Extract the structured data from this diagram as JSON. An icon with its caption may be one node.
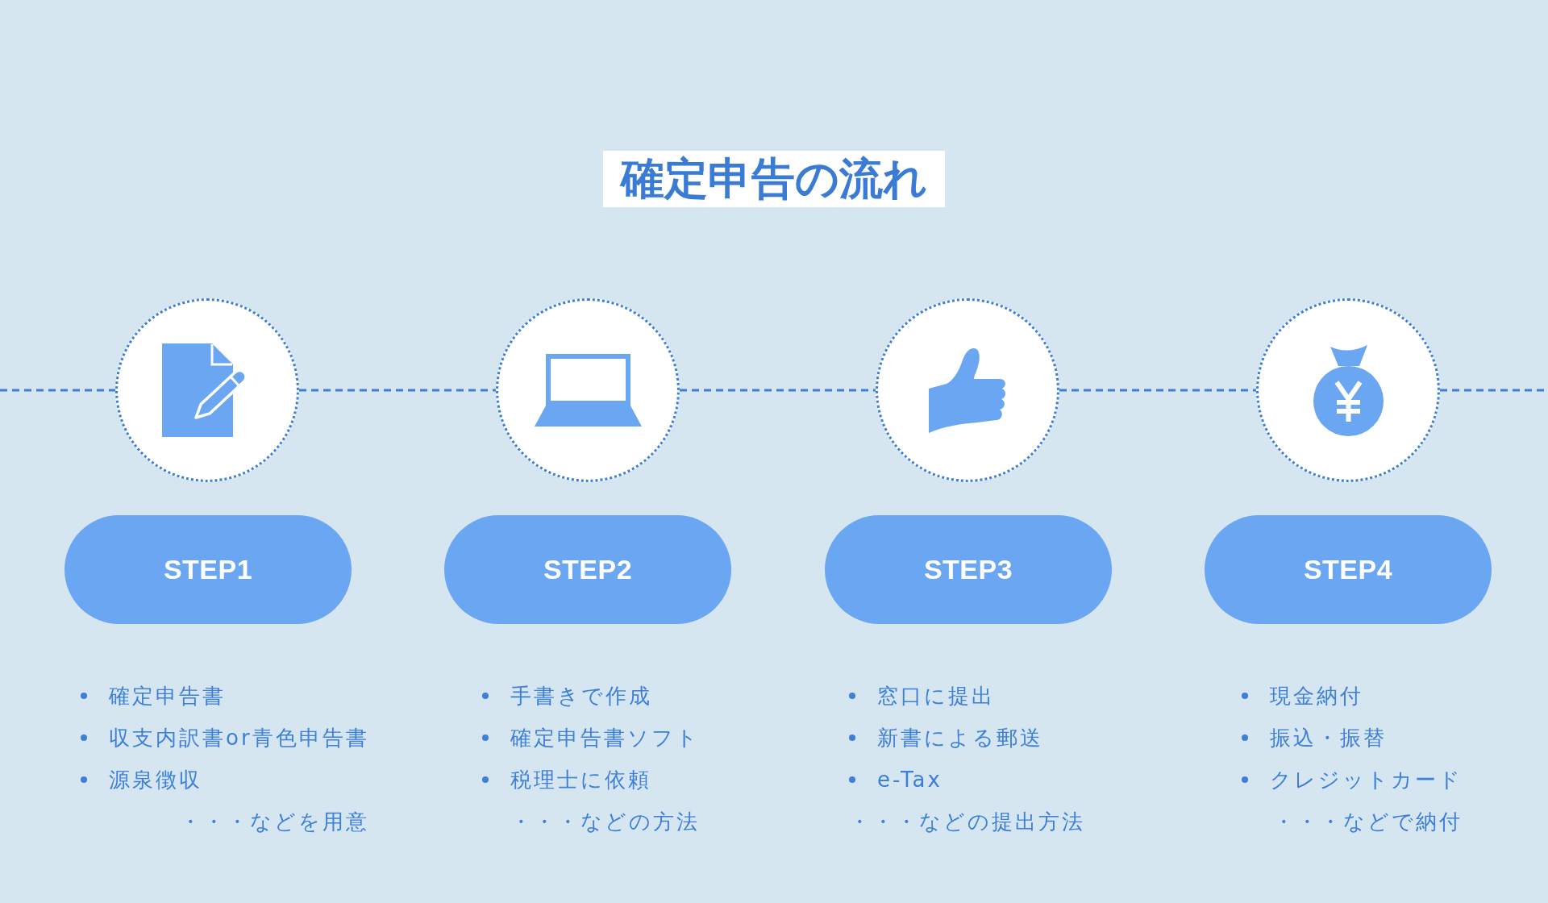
{
  "diagram": {
    "title": "確定申告の流れ",
    "nodes": [
      {
        "text": [],
        "shape": "circle"
      },
      {
        "text": [],
        "shape": "circle"
      },
      {
        "text": [],
        "shape": "circle"
      },
      {
        "text": [],
        "shape": "circle"
      },
      {
        "text": [
          "STEP1"
        ],
        "beside": [
          "確定申告書",
          "収支内訳書or青色申告書",
          "源泉徴収",
          "・・・などを用意"
        ]
      },
      {
        "text": [
          "STEP2"
        ],
        "beside": [
          "手書きで作成",
          "確定申告書ソフト",
          "税理士に依頼",
          "・・・などの方法"
        ]
      },
      {
        "text": [
          "STEP3"
        ],
        "beside": [
          "窓口に提出",
          "新書による郵送",
          "e-Tax",
          "・・・などの提出方法"
        ]
      },
      {
        "text": [
          "STEP4"
        ],
        "beside": [
          "現金納付",
          "振込・振替",
          "クレジットカード",
          "・・・などで納付"
        ]
      }
    ],
    "edges": [
      {
        "from": null,
        "to": 0,
        "arrow": "none",
        "style": "dashed"
      },
      {
        "from": 0,
        "to": 1,
        "arrow": "none",
        "style": "dashed"
      },
      {
        "from": 1,
        "to": 2,
        "arrow": "none",
        "style": "dashed"
      },
      {
        "from": 2,
        "to": 3,
        "arrow": "none",
        "style": "dashed"
      },
      {
        "from": 3,
        "to": null,
        "arrow": "none",
        "style": "dashed"
      }
    ]
  }
}
